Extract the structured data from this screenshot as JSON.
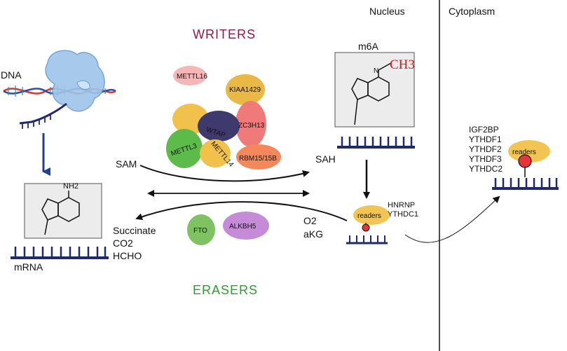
{
  "regions": {
    "nucleus": "Nucleus",
    "cytoplasm": "Cytoplasm"
  },
  "writers_title": "WRITERS",
  "erasers_title": "ERASERS",
  "dna_label": "DNA",
  "mrna_label": "mRNA",
  "m6a_label": "m6A",
  "methyl_label": "CH3",
  "amine_label": "NH2",
  "sam_label": "SAM",
  "sah_label": "SAH",
  "writer_proteins": [
    "METTL16",
    "KIAA1429",
    "WTAP",
    "ZC3H13",
    "METTL3",
    "METTL14",
    "RBM15/15B"
  ],
  "eraser_proteins": [
    "FTO",
    "ALKBH5"
  ],
  "eraser_products": [
    "Succinate",
    "CO2",
    "HCHO"
  ],
  "eraser_inputs": [
    "O2",
    "aKG"
  ],
  "nuclear_readers": [
    "HNRNP",
    "YTHDC1"
  ],
  "nuclear_reader_blob": "readers",
  "cyto_readers": [
    "IGF2BP",
    "YTHDF1",
    "YTHDF2",
    "YTHDF3",
    "YTHDC2"
  ],
  "cyto_reader_blob": "readers",
  "colors": {
    "writers": "#8b1a4a",
    "erasers": "#2e9e2e",
    "methyl": "#e01010",
    "arrow_blue": "#1f3f8f",
    "rna": "#1f2a6b"
  }
}
